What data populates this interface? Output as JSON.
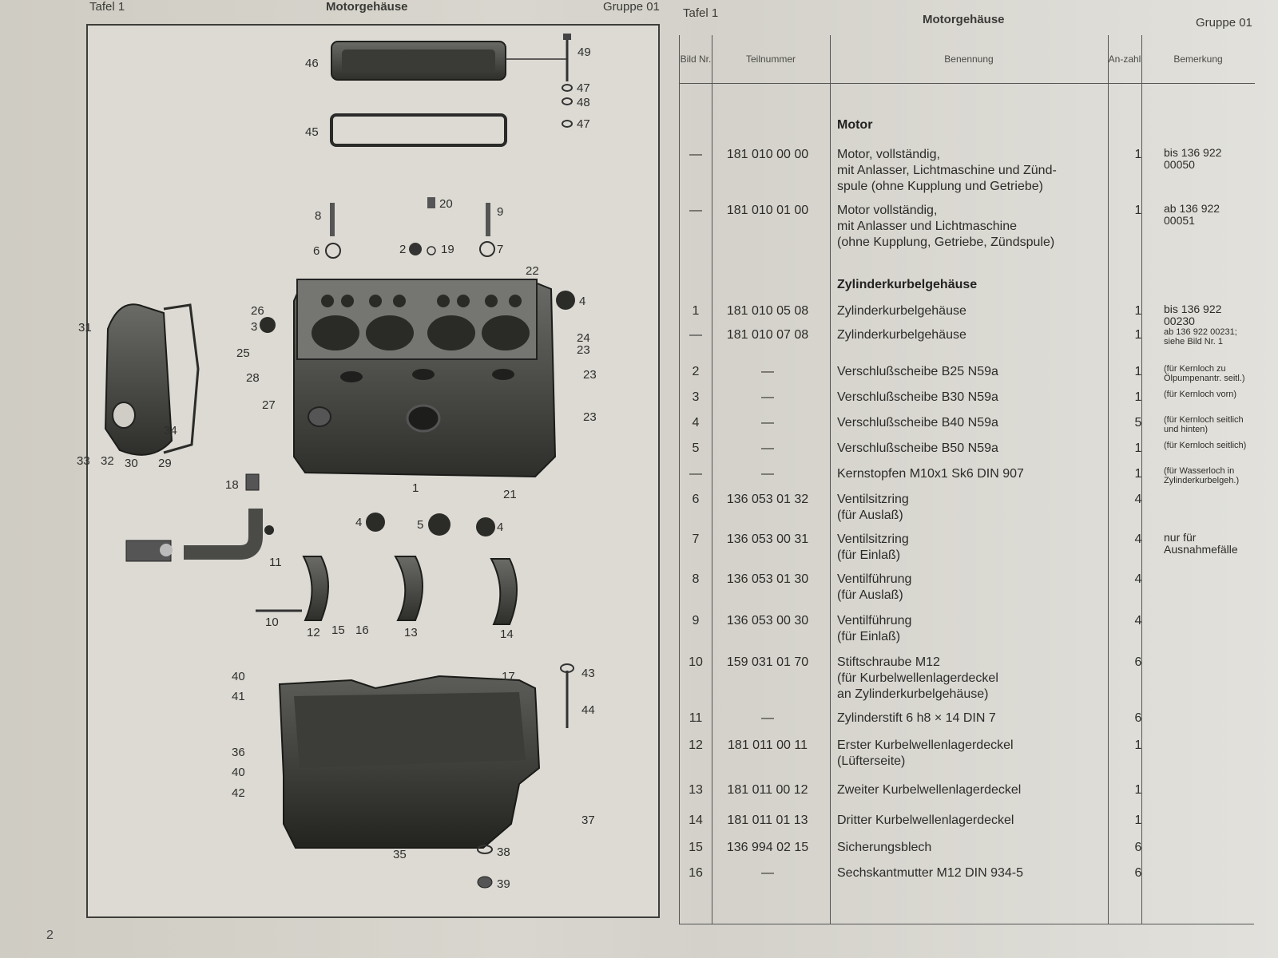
{
  "header": {
    "left_tafel": "Tafel 1",
    "left_title": "Motorgehäuse",
    "left_gruppe": "Gruppe 01",
    "right_tafel": "Tafel 1",
    "right_title": "Motorgehäuse",
    "right_gruppe": "Gruppe 01"
  },
  "page_number": "2",
  "diagram": {
    "callouts": [
      "46",
      "49",
      "47",
      "48",
      "45",
      "47",
      "8",
      "20",
      "9",
      "6",
      "2",
      "19",
      "7",
      "22",
      "4",
      "26",
      "3",
      "31",
      "25",
      "24",
      "23",
      "28",
      "23",
      "27",
      "23",
      "34",
      "33",
      "32",
      "30",
      "29",
      "18",
      "1",
      "21",
      "4",
      "5",
      "4",
      "11",
      "10",
      "12",
      "15",
      "16",
      "13",
      "14",
      "40",
      "41",
      "17",
      "43",
      "44",
      "36",
      "40",
      "42",
      "37",
      "35",
      "38",
      "39"
    ]
  },
  "table": {
    "headers": {
      "bild": "Bild Nr.",
      "teilnummer": "Teilnummer",
      "benennung": "Benennung",
      "anzahl": "An-zahl",
      "bemerkung": "Bemerkung"
    },
    "sections": [
      {
        "title": "Motor"
      },
      {
        "title": "Zylinderkurbelgehäuse"
      }
    ],
    "rows": [
      {
        "no": "—",
        "part": "181 010 00 00",
        "name": "Motor, vollständig,\nmit Anlasser, Lichtmaschine und Zünd-\nspule (ohne Kupplung und Getriebe)",
        "qty": "1",
        "rem": "bis 136 922 00050"
      },
      {
        "no": "—",
        "part": "181 010 01 00",
        "name": "Motor vollständig,\nmit Anlasser und Lichtmaschine\n(ohne Kupplung, Getriebe, Zündspule)",
        "qty": "1",
        "rem": "ab 136 922 00051"
      },
      {
        "no": "1",
        "part": "181 010 05 08",
        "name": "Zylinderkurbelgehäuse",
        "qty": "1",
        "rem": "bis 136 922 00230"
      },
      {
        "no": "—",
        "part": "181 010 07 08",
        "name": "Zylinderkurbelgehäuse",
        "qty": "1",
        "rem": "ab 136 922 00231;\nsiehe Bild Nr. 1"
      },
      {
        "no": "2",
        "part": "—",
        "name": "Verschlußscheibe B25 N59a",
        "qty": "1",
        "rem": "(für Kernloch zu\nÖlpumpenantr. seitl.)"
      },
      {
        "no": "3",
        "part": "—",
        "name": "Verschlußscheibe B30 N59a",
        "qty": "1",
        "rem": "(für Kernloch vorn)"
      },
      {
        "no": "4",
        "part": "—",
        "name": "Verschlußscheibe B40 N59a",
        "qty": "5",
        "rem": "(für Kernloch seitlich\nund hinten)"
      },
      {
        "no": "5",
        "part": "—",
        "name": "Verschlußscheibe B50 N59a",
        "qty": "1",
        "rem": "(für Kernloch seitlich)"
      },
      {
        "no": "—",
        "part": "—",
        "name": "Kernstopfen M10x1 Sk6 DIN 907",
        "qty": "1",
        "rem": "(für Wasserloch in\nZylinderkurbelgeh.)"
      },
      {
        "no": "6",
        "part": "136 053 01 32",
        "name": "Ventilsitzring\n(für Auslaß)",
        "qty": "4",
        "rem": ""
      },
      {
        "no": "7",
        "part": "136 053 00 31",
        "name": "Ventilsitzring\n(für Einlaß)",
        "qty": "4",
        "rem": "nur für\nAusnahmefälle"
      },
      {
        "no": "8",
        "part": "136 053 01 30",
        "name": "Ventilführung\n(für Auslaß)",
        "qty": "4",
        "rem": ""
      },
      {
        "no": "9",
        "part": "136 053 00 30",
        "name": "Ventilführung\n(für Einlaß)",
        "qty": "4",
        "rem": ""
      },
      {
        "no": "10",
        "part": "159 031 01 70",
        "name": "Stiftschraube M12\n(für Kurbelwellenlagerdeckel\nan Zylinderkurbelgehäuse)",
        "qty": "6",
        "rem": ""
      },
      {
        "no": "11",
        "part": "—",
        "name": "Zylinderstift 6 h8 × 14 DIN 7",
        "qty": "6",
        "rem": ""
      },
      {
        "no": "12",
        "part": "181 011 00 11",
        "name": "Erster Kurbelwellenlagerdeckel\n(Lüfterseite)",
        "qty": "1",
        "rem": ""
      },
      {
        "no": "13",
        "part": "181 011 00 12",
        "name": "Zweiter Kurbelwellenlagerdeckel",
        "qty": "1",
        "rem": ""
      },
      {
        "no": "14",
        "part": "181 011 01 13",
        "name": "Dritter Kurbelwellenlagerdeckel",
        "qty": "1",
        "rem": ""
      },
      {
        "no": "15",
        "part": "136 994 02 15",
        "name": "Sicherungsblech",
        "qty": "6",
        "rem": ""
      },
      {
        "no": "16",
        "part": "—",
        "name": "Sechskantmutter M12 DIN 934-5",
        "qty": "6",
        "rem": ""
      }
    ]
  }
}
